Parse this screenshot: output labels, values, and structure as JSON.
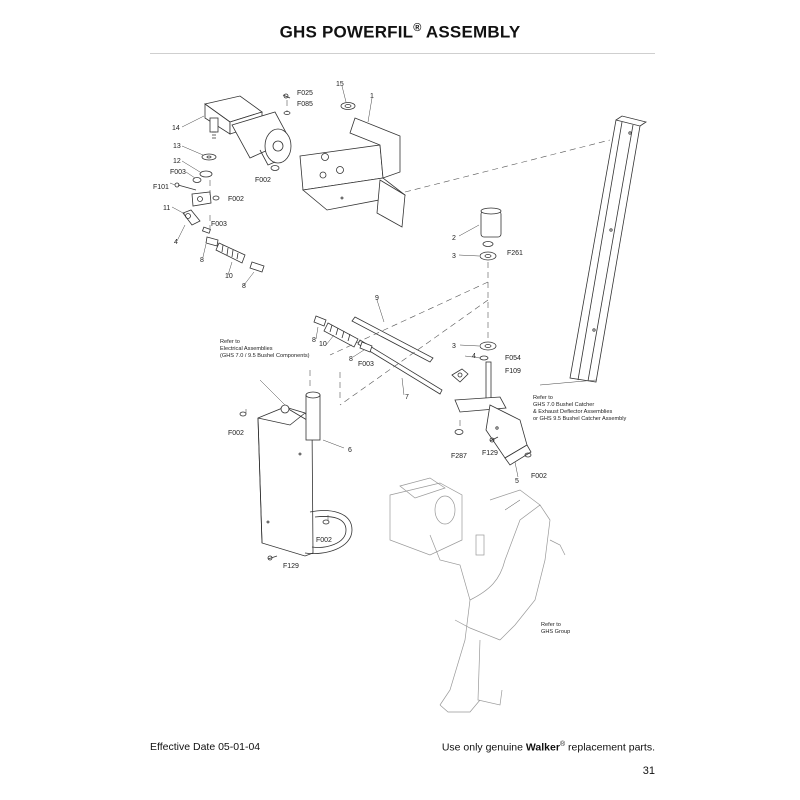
{
  "header": {
    "title": "GHS POWERFIL",
    "title_mark": "®",
    "title_suffix": " ASSEMBLY"
  },
  "parts": {
    "p1": "1",
    "p2": "2",
    "p3a": "3",
    "p3b": "3",
    "p4a": "4",
    "p4b": "4",
    "p5": "5",
    "p6": "6",
    "p7": "7",
    "p8a": "8",
    "p8b": "8",
    "p8c": "8",
    "p8d": "8",
    "p9": "9",
    "p10a": "10",
    "p10b": "10",
    "p11": "11",
    "p12": "12",
    "p13": "13",
    "p14": "14",
    "p15": "15",
    "f025": "F025",
    "f085": "F085",
    "f003a": "F003",
    "f003b": "F003",
    "f003c": "F003",
    "f101": "F101",
    "f002a": "F002",
    "f002b": "F002",
    "f002c": "F002",
    "f002d": "F002",
    "f002e": "F002",
    "f261": "F261",
    "f054": "F054",
    "f109": "F109",
    "f129a": "F129",
    "f129b": "F129",
    "f287": "F287"
  },
  "notes": {
    "electrical": [
      "Refer to",
      "Electrical Assemblies",
      "(GHS 7.0 / 9.5 Bushel Components)"
    ],
    "catcher": [
      "Refer to",
      "GHS 7.0 Bushel Catcher",
      "& Exhaust Deflector Assemblies",
      "or GHS 9.5 Bushel Catcher Assembly"
    ],
    "ghs_group": [
      "Refer to",
      "GHS Group"
    ]
  },
  "footer": {
    "effective_date": "Effective Date 05-01-04",
    "parts_note_pre": "Use only genuine ",
    "parts_note_brand": "Walker",
    "parts_note_mark": "®",
    "parts_note_post": "  replacement parts.",
    "page_number": "31"
  }
}
